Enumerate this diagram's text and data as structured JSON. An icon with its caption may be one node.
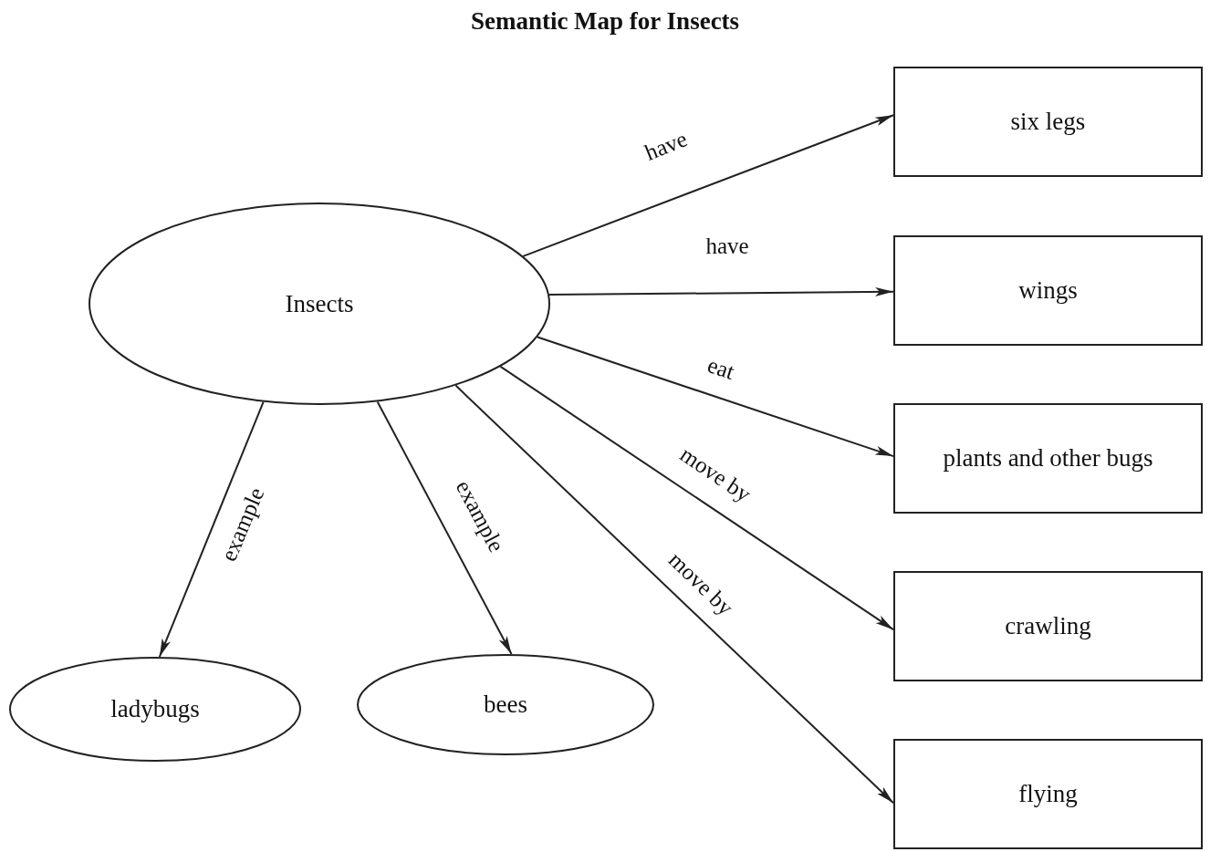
{
  "diagram": {
    "title": "Semantic Map for Insects",
    "nodes": [
      {
        "text": [
          "Insects"
        ]
      },
      {
        "text": [
          "six legs"
        ]
      },
      {
        "text": [
          "wings"
        ]
      },
      {
        "text": [
          "plants and other bugs"
        ]
      },
      {
        "text": [
          "crawling"
        ]
      },
      {
        "text": [
          "flying"
        ]
      },
      {
        "text": [
          "ladybugs"
        ]
      },
      {
        "text": [
          "bees"
        ]
      }
    ],
    "edges": [
      {
        "from": 0,
        "to": 1,
        "label": "have",
        "arrow": "to"
      },
      {
        "from": 0,
        "to": 2,
        "label": "have",
        "arrow": "to"
      },
      {
        "from": 0,
        "to": 3,
        "label": "eat",
        "arrow": "to"
      },
      {
        "from": 0,
        "to": 4,
        "label": "move by",
        "arrow": "to"
      },
      {
        "from": 0,
        "to": 5,
        "label": "move by",
        "arrow": "to"
      },
      {
        "from": 0,
        "to": 6,
        "label": "example",
        "arrow": "to"
      },
      {
        "from": 0,
        "to": 7,
        "label": "example",
        "arrow": "to"
      }
    ]
  }
}
